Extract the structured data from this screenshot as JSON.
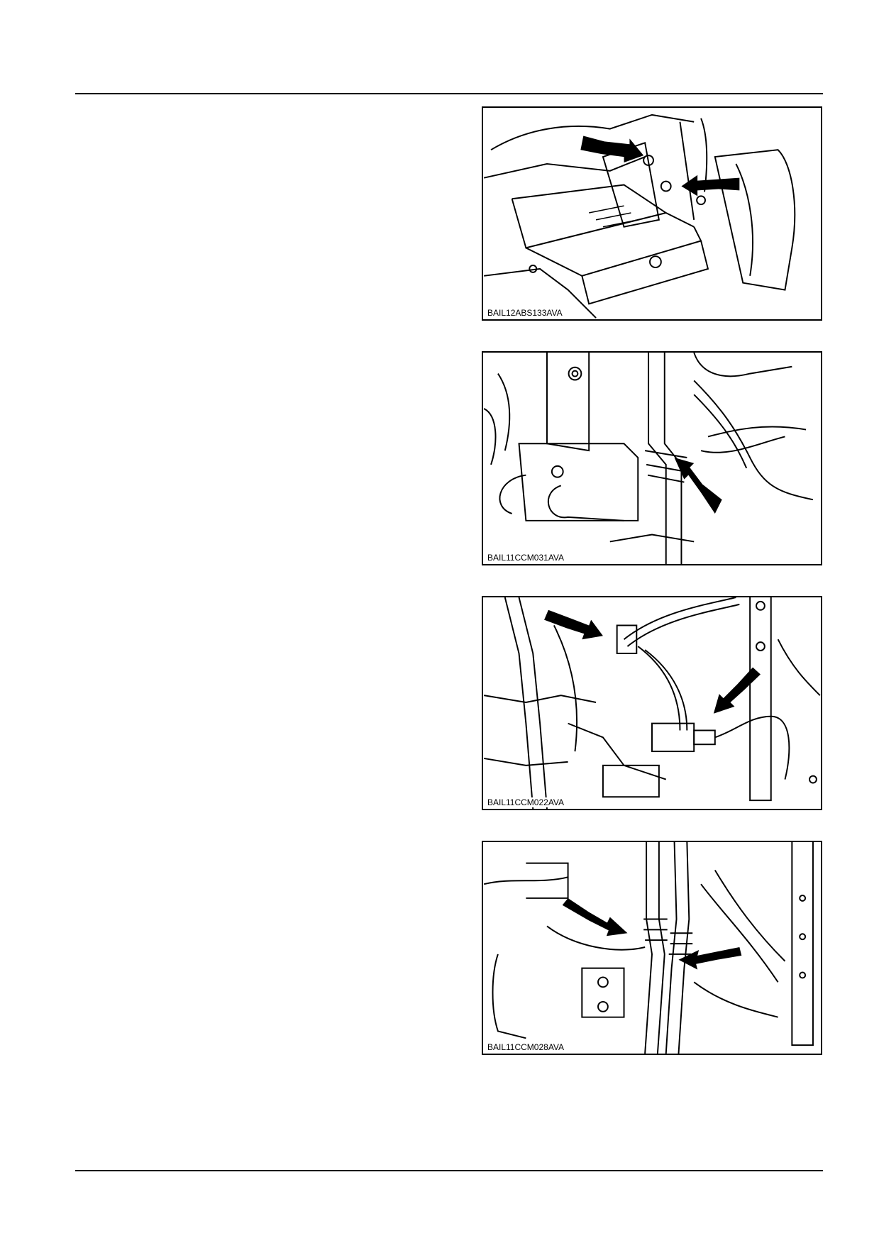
{
  "figures": [
    {
      "caption": "BAIL12ABS133AVA"
    },
    {
      "caption": "BAIL11CCM031AVA"
    },
    {
      "caption": "BAIL11CCM022AVA"
    },
    {
      "caption": "BAIL11CCM028AVA"
    }
  ],
  "colors": {
    "line": "#000000",
    "background": "#ffffff"
  },
  "icons": [
    "pointer-arrow-icon"
  ]
}
